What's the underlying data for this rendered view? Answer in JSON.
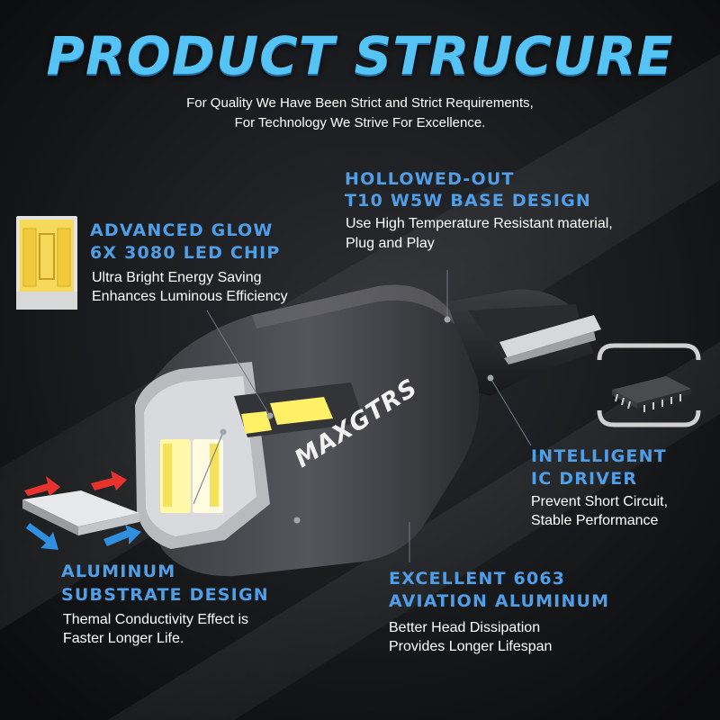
{
  "title": "PRODUCT STRUCURE",
  "subtitle": {
    "line1": "For Quality We Have Been Strict and Strict Requirements,",
    "line2": "For Technology We Strive For Excellence."
  },
  "brand": "MAXGTRS",
  "features": {
    "led_chip": {
      "heading1": "ADVANCED GLOW",
      "heading2": "6X 3080 LED CHIP",
      "desc1": "Ultra Bright Energy Saving",
      "desc2": "Enhances Luminous Efficiency"
    },
    "base": {
      "heading1": "HOLLOWED-OUT",
      "heading2": "T10 W5W BASE DESIGN",
      "desc1": "Use High Temperature Resistant material,",
      "desc2": "Plug and Play"
    },
    "ic_driver": {
      "heading1": "INTELLIGENT",
      "heading2": "IC DRIVER",
      "desc1": "Prevent Short Circuit,",
      "desc2": "Stable Performance"
    },
    "substrate": {
      "heading1": "ALUMINUM",
      "heading2": "SUBSTRATE DESIGN",
      "desc1": "Themal Conductivity Effect is",
      "desc2": "Faster Longer Life."
    },
    "aluminum": {
      "heading1": "EXCELLENT 6063",
      "heading2": "AVIATION ALUMINUM",
      "desc1": "Better Head Dissipation",
      "desc2": "Provides Longer Lifespan"
    }
  },
  "colors": {
    "title": "#56c3f5",
    "heading": "#4f9ee8",
    "text": "#ffffff",
    "background": "#0f1012",
    "led": "#fff066",
    "arrow_red": "#e8322d",
    "arrow_blue": "#2f8fe0"
  },
  "icons": [
    "led-chip-icon",
    "ic-chip-icon",
    "substrate-plate-icon",
    "heat-arrow-icon"
  ]
}
